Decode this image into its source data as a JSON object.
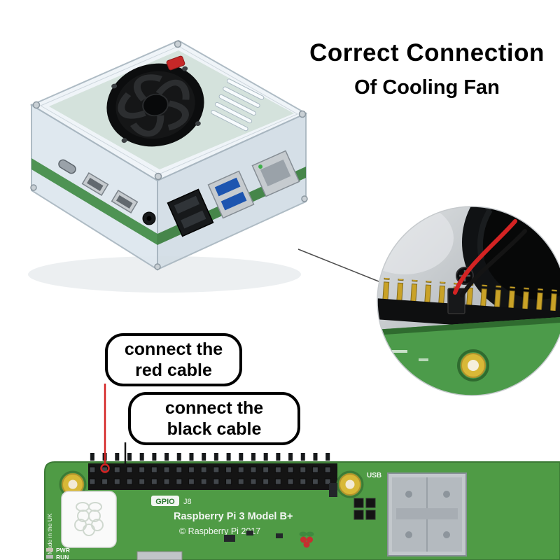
{
  "title": {
    "line1": "Correct Connection",
    "line2": "Of Cooling Fan"
  },
  "callouts": {
    "red": {
      "line1": "connect the",
      "line2": "red cable"
    },
    "black": {
      "line1": "connect the",
      "line2": "black cable"
    }
  },
  "board_silkscreen": {
    "gpio_label": "GPIO",
    "header_ref": "J8",
    "model": "Raspberry Pi 3 Model B+",
    "copyright": "© Raspberry Pi 2017",
    "usb_label": "USB",
    "pwr_led": "PWR",
    "run_label": "RUN",
    "made_in": "Made in the UK"
  },
  "icons": {
    "raspberry_logo_sticker": "raspberry-outline-on-white-square",
    "raspberry_logo_small": "red-raspberry-with-green-leaves",
    "cooling_fan": "black-round-fan-on-clear-case"
  },
  "colors": {
    "background": "#ffffff",
    "title_text": "#000000",
    "callout_border": "#000000",
    "red_cable": "#d42323",
    "black_cable": "#161616",
    "pcb_green": "#4f9b45",
    "usb3_blue": "#1d55b0",
    "mount_hole_gold": "#d8b837",
    "acrylic_case": "#e8f0f6"
  }
}
